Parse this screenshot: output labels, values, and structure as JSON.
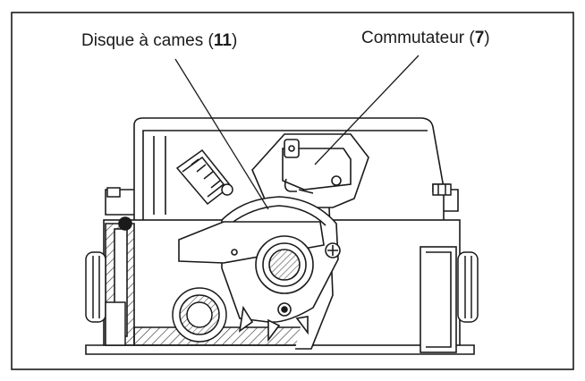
{
  "labels": {
    "cam_disc": {
      "text": "Disque à cames (",
      "ref": "11",
      "close": ")"
    },
    "switch": {
      "text": "Commutateur (",
      "ref": "7",
      "close": ")"
    }
  },
  "colors": {
    "line": "#1a1a1a",
    "hatch": "#444444",
    "background": "#ffffff"
  }
}
